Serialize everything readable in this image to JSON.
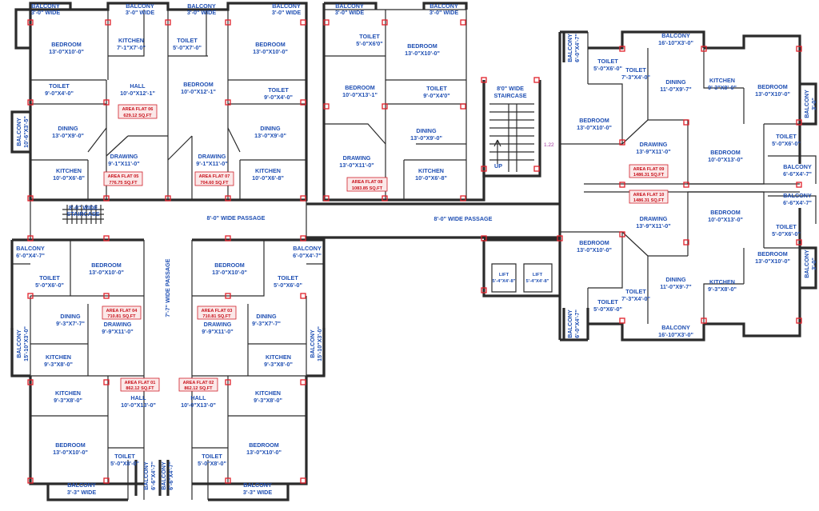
{
  "labels": {
    "bal_a_1": "BALCONY",
    "bal_a_2": "3'-0\" WIDE",
    "bal_b_1": "BALCONY",
    "bal_b_2": "3'-0\" WIDE",
    "bal_c_1": "BALCONY",
    "bal_c_2": "3'-0\" WIDE",
    "bal_d_1": "BALCONY",
    "bal_d_2": "3'-0\" WIDE",
    "bal_e_1": "BALCONY",
    "bal_e_2": "3'-0\" WIDE",
    "bal_f_1": "BALCONY",
    "bal_f_2": "3'-0\" WIDE",
    "f6_bed_1": "BEDROOM",
    "f6_bed_2": "13'-0\"X10'-0\"",
    "f6_kit_1": "KITCHEN",
    "f6_kit_2": "7'-1\"X7'-0\"",
    "f6_hall_1": "HALL",
    "f6_hall_2": "10'-0\"X12'-1\"",
    "f6_toi_1": "TOILET",
    "f6_toi_2": "9'-0\"X4'-0\"",
    "f6_balv_1": "BALCONY",
    "f6_balv_2": "10'-6\"X3'-5\"",
    "f6_din_1": "DINING",
    "f6_din_2": "13'-0\"X9'-0\"",
    "f6_draw_1": "DRAWING",
    "f6_draw_2": "9'-1\"X11'-0\"",
    "f6_kit2_1": "KITCHEN",
    "f6_kit2_2": "10'-0\"X6'-8\"",
    "f7_toiA_1": "TOILET",
    "f7_toiA_2": "5'-0\"X7'-0\"",
    "f7_bedA_1": "BEDROOM",
    "f7_bedA_2": "10'-0\"X12'-1\"",
    "f7_bed_1": "BEDROOM",
    "f7_bed_2": "13'-0\"X10'-0\"",
    "f7_toi_1": "TOILET",
    "f7_toi_2": "9'-0\"X4'-0\"",
    "f7_din_1": "DINING",
    "f7_din_2": "13'-0\"X9'-0\"",
    "f7_draw_1": "DRAWING",
    "f7_draw_2": "9'-1\"X11'-0\"",
    "f7_kit_1": "KITCHEN",
    "f7_kit_2": "10'-0\"X6'-8\"",
    "f8_toi_1": "TOILET",
    "f8_toi_2": "5'-0\"X6'0\"",
    "f8_bed_1": "BEDROOM",
    "f8_bed_2": "13'-0\"X10'-0\"",
    "f8_bedB_1": "BEDROOM",
    "f8_bedB_2": "10'-0\"X13'-1\"",
    "f8_toiB_1": "TOILET",
    "f8_toiB_2": "9'-0\"X4'0\"",
    "f8_din_1": "DINING",
    "f8_din_2": "13'-0\"X9'-0\"",
    "f8_draw_1": "DRAWING",
    "f8_draw_2": "13'-0\"X11'-0\"",
    "f8_kit_1": "KITCHEN",
    "f8_kit_2": "10'-0\"X6'-8\"",
    "stair_r_1": "8'0\" WIDE",
    "stair_r_2": "STAIRCASE",
    "stair_up": "UP",
    "stair_l_1": "8'-0\" WIDE",
    "stair_l_2": "STAIRCASE",
    "passage_1": "8'-0\" WIDE PASSAGE",
    "passage_2": "8'-0\" WIDE PASSAGE",
    "passage_v": "7'-7\" WIDE PASSAGE",
    "dim_122": "1.22",
    "lift_1a": "LIFT",
    "lift_1b": "5'-4\"X4'-8\"",
    "lift_2a": "LIFT",
    "lift_2b": "5'-4\"X4'-8\"",
    "f9_balT_1": "BALCONY",
    "f9_balT_2": "16'-10\"X3'-0\"",
    "f9_balS_1": "BALCONY",
    "f9_balS_2": "6'-0\"X4'-7\"",
    "f9_toiA_1": "TOILET",
    "f9_toiA_2": "5'-0\"X6'-0\"",
    "f9_toiB_1": "TOILET",
    "f9_toiB_2": "7'-3\"X4'-0\"",
    "f9_din_1": "DINING",
    "f9_din_2": "11'-0\"X9'-7\"",
    "f9_kit_1": "KITCHEN",
    "f9_kit_2": "9'-3\"X8'-0\"",
    "f9_bedR_1": "BEDROOM",
    "f9_bedR_2": "13'-0\"X10'-0\"",
    "f9_balR_1": "BALCONY",
    "f9_balR_2": "3'-0\"",
    "f9_bedL_1": "BEDROOM",
    "f9_bedL_2": "13'-0\"X10'-0\"",
    "f9_draw_1": "DRAWING",
    "f9_draw_2": "13'-9\"X11'-0\"",
    "f9_bedM_1": "BEDROOM",
    "f9_bedM_2": "10'-0\"X13'-0\"",
    "f9_toiC_1": "TOILET",
    "f9_toiC_2": "5'-0\"X6'-0\"",
    "f9_balE_1": "BALCONY",
    "f9_balE_2": "6'-6\"X4'-7\"",
    "f10_balE_1": "BALCONY",
    "f10_balE_2": "6'-6\"X4'-7\"",
    "f10_draw_1": "DRAWING",
    "f10_draw_2": "13'-9\"X11'-0\"",
    "f10_bedM_1": "BEDROOM",
    "f10_bedM_2": "10'-0\"X13'-0\"",
    "f10_toiC_1": "TOILET",
    "f10_toiC_2": "5'-0\"X6'-0\"",
    "f10_bedL_1": "BEDROOM",
    "f10_bedL_2": "13'-0\"X10'-0\"",
    "f10_bedR_1": "BEDROOM",
    "f10_bedR_2": "13'-0\"X10'-0\"",
    "f10_balR_1": "BALCONY",
    "f10_balR_2": "3'-0\"",
    "f10_din_1": "DINING",
    "f10_din_2": "11'-0\"X9'-7\"",
    "f10_kit_1": "KITCHEN",
    "f10_kit_2": "9'-3\"X8'-0\"",
    "f10_toiB_1": "TOILET",
    "f10_toiB_2": "7'-3\"X4'-0\"",
    "f10_toiA_1": "TOILET",
    "f10_toiA_2": "5'-0\"X6'-0\"",
    "f10_balS_1": "BALCONY",
    "f10_balS_2": "6'-0\"X4'-7\"",
    "f10_balB_1": "BALCONY",
    "f10_balB_2": "16'-10\"X3'-0\"",
    "f5_balc_1": "BALCONY",
    "f5_balc_2": "6'-0\"X4'-7\"",
    "f5_bed_1": "BEDROOM",
    "f5_bed_2": "13'-0\"X10'-0\"",
    "f4_toi_1": "TOILET",
    "f4_toi_2": "5'-0\"X6'-0\"",
    "f4_din_1": "DINING",
    "f4_din_2": "9'-3\"X7'-7\"",
    "f4_draw_1": "DRAWING",
    "f4_draw_2": "9'-9\"X11'-0\"",
    "f4_balv_1": "BALCONY",
    "f4_balv_2": "15'-10\"X3'-0\"",
    "f4_kit_1": "KITCHEN",
    "f4_kit_2": "9'-3\"X8'-0\"",
    "f3_balc_1": "BALCONY",
    "f3_balc_2": "6'-0\"X4'-7\"",
    "f3_bed_1": "BEDROOM",
    "f3_bed_2": "13'-0\"X10'-0\"",
    "f3_toi_1": "TOILET",
    "f3_toi_2": "5'-0\"X6'-0\"",
    "f3_din_1": "DINING",
    "f3_din_2": "9'-3\"X7'-7\"",
    "f3_draw_1": "DRAWING",
    "f3_draw_2": "9'-9\"X11'-0\"",
    "f3_balv_1": "BALCONY",
    "f3_balv_2": "15'-10\"X3'-0\"",
    "f3_kit_1": "KITCHEN",
    "f3_kit_2": "9'-3\"X8'-0\"",
    "f1_kit_1": "KITCHEN",
    "f1_kit_2": "9'-3\"X8'-0\"",
    "f1_hall_1": "HALL",
    "f1_hall_2": "10'-0\"X13'-0\"",
    "f1_bed_1": "BEDROOM",
    "f1_bed_2": "13'-0\"X10'-0\"",
    "f1_toi_1": "TOILET",
    "f1_toi_2": "5'-0\"X8'-0\"",
    "f1_balv_1": "BALCONY",
    "f1_balv_2": "6'-6\"X4'-7\"",
    "f1_bal_1": "BALCONY",
    "f1_bal_2": "3'-3\" WIDE",
    "f2_kit_1": "KITCHEN",
    "f2_kit_2": "9'-3\"X8'-0\"",
    "f2_hall_1": "HALL",
    "f2_hall_2": "10'-0\"X13'-0\"",
    "f2_bed_1": "BEDROOM",
    "f2_bed_2": "13'-0\"X10'-0\"",
    "f2_toi_1": "TOILET",
    "f2_toi_2": "5'-0\"X8'-0\"",
    "f2_balv_1": "BALCONY",
    "f2_balv_2": "6'-6\"X4'-7\"",
    "f2_bal_1": "BALCONY",
    "f2_bal_2": "3'-3\" WIDE"
  },
  "areas": {
    "f6_1": "AREA FLAT 06",
    "f6_2": "629.12 SQ.FT",
    "f5_1": "AREA FLAT 05",
    "f5_2": "776.75 SQ.FT",
    "f7_1": "AREA FLAT 07",
    "f7_2": "704.60 SQ.FT",
    "f8_1": "AREA FLAT 08",
    "f8_2": "1083.85 SQ.FT",
    "f9_1": "AREA FLAT 09",
    "f9_2": "1486.31 SQ.FT",
    "f10_1": "AREA FLAT 10",
    "f10_2": "1486.31 SQ.FT",
    "f4_1": "AREA FLAT 04",
    "f4_2": "710.81 SQ.FT",
    "f3_1": "AREA FLAT 03",
    "f3_2": "710.81 SQ.FT",
    "f1_1": "AREA FLAT 01",
    "f1_2": "862.12 SQ.FT",
    "f2_1": "AREA FLAT 02",
    "f2_2": "862.12 SQ.FT"
  },
  "colors": {
    "wall": "#2b2b2b",
    "column": "#e0202a",
    "room_label": "#1f4fb3",
    "area_text": "#c8101a",
    "dimension": "#a0339c"
  }
}
